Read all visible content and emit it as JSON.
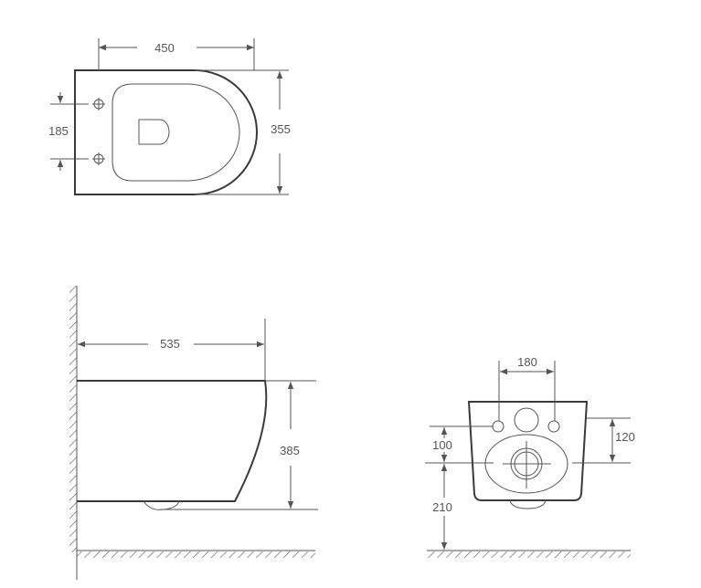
{
  "top_view": {
    "width_label": "450",
    "depth_label": "355",
    "bolt_spacing_label": "185"
  },
  "side_view": {
    "length_label": "535",
    "height_label": "385"
  },
  "front_view": {
    "bolt_spacing_label": "180",
    "outlet_height_label": "120",
    "bolt_to_outlet_label": "100",
    "floor_label": "210"
  },
  "colors": {
    "line": "#3a3a3a",
    "dimension": "#555555"
  }
}
